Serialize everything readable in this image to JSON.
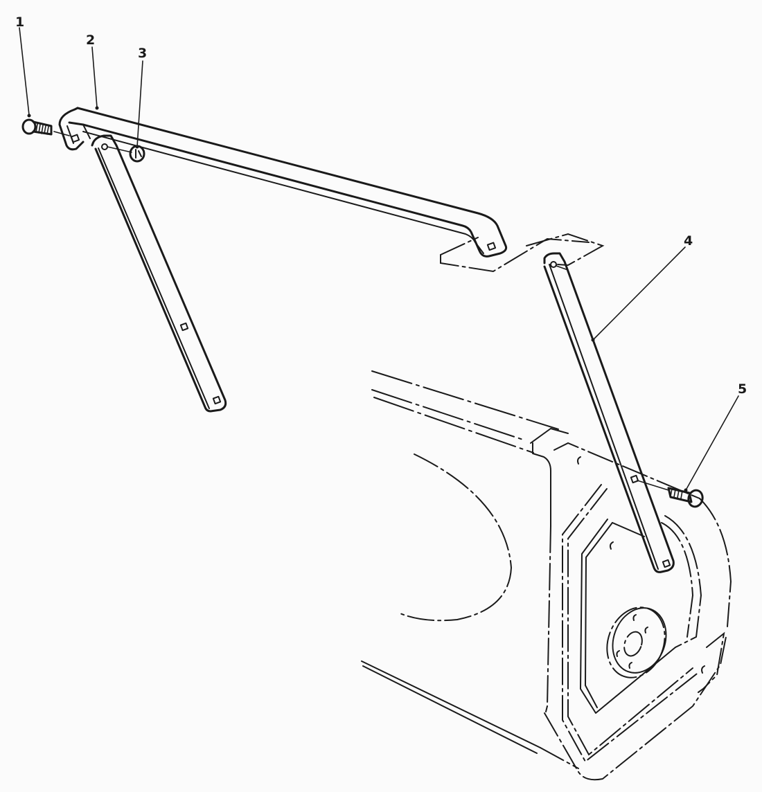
{
  "diagram": {
    "type": "exploded-parts-view",
    "background": "#fbfbfb",
    "line_color": "#1a1a1a",
    "callouts": [
      {
        "label": "1",
        "part": "carriage-bolt-left"
      },
      {
        "label": "2",
        "part": "handle-bar"
      },
      {
        "label": "3",
        "part": "nut"
      },
      {
        "label": "4",
        "part": "brace-bar-right"
      },
      {
        "label": "5",
        "part": "carriage-bolt-right"
      }
    ]
  }
}
